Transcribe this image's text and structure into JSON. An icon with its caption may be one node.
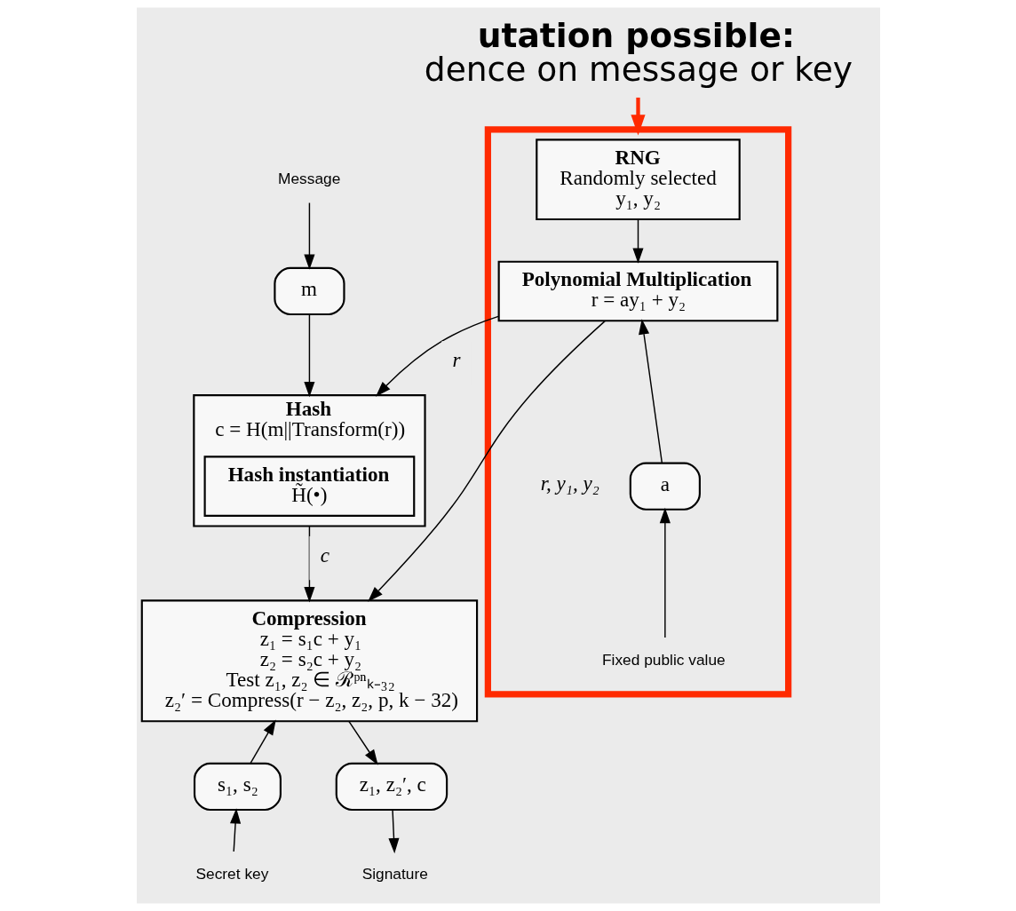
{
  "diagram": {
    "nodes": [
      {
        "text": [
          "utation possible:",
          "dence on message or key"
        ]
      },
      {
        "text": [],
        "shape": "box"
      },
      {
        "text": [
          "RNG",
          "Randomly selected",
          "y₁, y₂"
        ],
        "in": 1
      },
      {
        "text": [
          "Polynomial Multiplication",
          "r = ay₁ + y₂"
        ],
        "in": 1
      },
      {
        "text": [
          "a"
        ],
        "in": 1
      },
      {
        "text": [
          "Fixed public value"
        ],
        "in": 1
      },
      {
        "text": [
          "Message"
        ]
      },
      {
        "text": [
          "m"
        ]
      },
      {
        "text": [
          "Hash",
          "c = H(m||Transform(r))"
        ]
      },
      {
        "text": [
          "Hash instantiation",
          "H̃(•)"
        ],
        "in": 8
      },
      {
        "text": [
          "Compression",
          "z₁ = s₁c + y₁",
          "z₂ = s₂c + y₂",
          "Test z₁, z₂ ∈ ℛᵖⁿₖ₋₃₂",
          "z₂′ = Compress(r − z₂, z₂, p, k − 32)"
        ]
      },
      {
        "text": [
          "s₁, s₂"
        ]
      },
      {
        "text": [
          "Secret key"
        ]
      },
      {
        "text": [
          "z₁, z₂′, c"
        ]
      },
      {
        "text": [
          "Signature"
        ]
      }
    ],
    "edges": [
      {
        "from": 0,
        "to": 1,
        "arrow": "to",
        "style": "thick",
        "color": "#ff2a00"
      },
      {
        "from": 2,
        "to": 3,
        "arrow": "to"
      },
      {
        "from": 4,
        "to": 3,
        "arrow": "to"
      },
      {
        "from": 5,
        "to": 4,
        "arrow": "to"
      },
      {
        "from": 6,
        "to": 7,
        "arrow": "to"
      },
      {
        "from": 7,
        "to": 8,
        "arrow": "to"
      },
      {
        "from": 3,
        "to": 8,
        "arrow": "to",
        "label": "r"
      },
      {
        "from": 3,
        "to": 10,
        "arrow": "to",
        "label": "r, y₁, y₂"
      },
      {
        "from": 8,
        "to": 10,
        "arrow": "to",
        "label": "c"
      },
      {
        "from": 12,
        "to": 11,
        "arrow": "to"
      },
      {
        "from": 11,
        "to": 10,
        "arrow": "to"
      },
      {
        "from": 10,
        "to": 13,
        "arrow": "to"
      },
      {
        "from": 13,
        "to": 14,
        "arrow": "to"
      }
    ]
  }
}
